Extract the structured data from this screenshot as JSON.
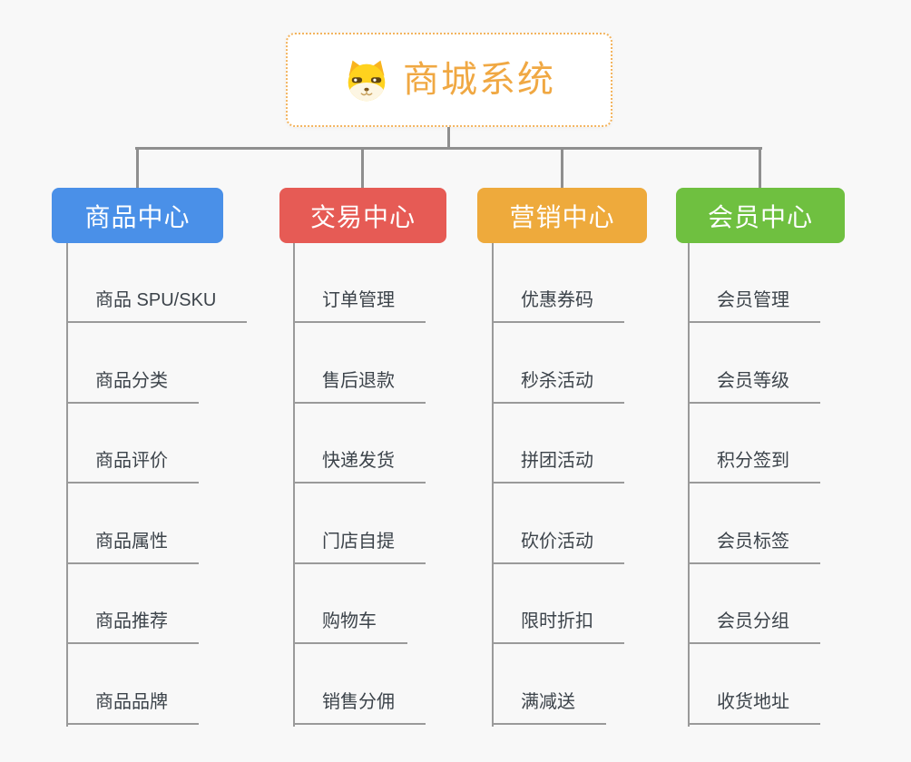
{
  "root": {
    "title": "商城系统",
    "icon": "shiba-dog-icon",
    "title_color": "#f0a843",
    "border_color": "#f3b45e"
  },
  "canvas": {
    "background_color": "#f8f8f8",
    "connector_color": "#8f8f8f",
    "leaf_line_color": "#9a9a9a",
    "leaf_text_color": "#3c434a"
  },
  "branches": [
    {
      "label": "商品中心",
      "color": "#4a90e8",
      "items": [
        "商品 SPU/SKU",
        "商品分类",
        "商品评价",
        "商品属性",
        "商品推荐",
        "商品品牌"
      ]
    },
    {
      "label": "交易中心",
      "color": "#e65b55",
      "items": [
        "订单管理",
        "售后退款",
        "快递发货",
        "门店自提",
        "购物车",
        "销售分佣"
      ]
    },
    {
      "label": "营销中心",
      "color": "#eeaa3c",
      "items": [
        "优惠券码",
        "秒杀活动",
        "拼团活动",
        "砍价活动",
        "限时折扣",
        "满减送"
      ]
    },
    {
      "label": "会员中心",
      "color": "#6fc040",
      "items": [
        "会员管理",
        "会员等级",
        "积分签到",
        "会员标签",
        "会员分组",
        "收货地址"
      ]
    }
  ]
}
